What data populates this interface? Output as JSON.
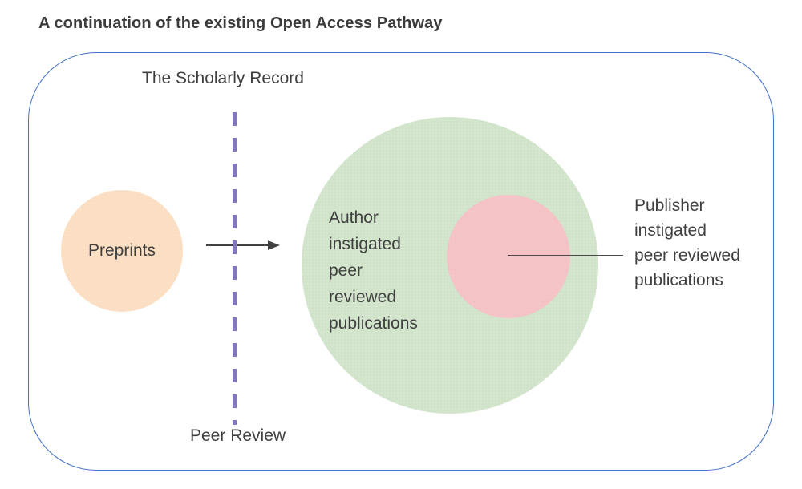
{
  "page": {
    "title": "A continuation of the existing Open Access Pathway"
  },
  "diagram": {
    "boundary_label": "The Scholarly Record",
    "divider_label": "Peer Review",
    "preprints": {
      "label": "Preprints",
      "fill_color": "#FCE0C5"
    },
    "author_publications": {
      "label": "Author instigated peer reviewed publications",
      "fill_color": "#D3E5CD"
    },
    "publisher_publications": {
      "label": "Publisher instigated peer reviewed publications",
      "fill_color": "#F5C4C7"
    },
    "colors": {
      "boundary_border": "#4472C4",
      "divider_dash": "#8178BE",
      "text": "#3F3F3F",
      "arrow": "#404040"
    }
  }
}
